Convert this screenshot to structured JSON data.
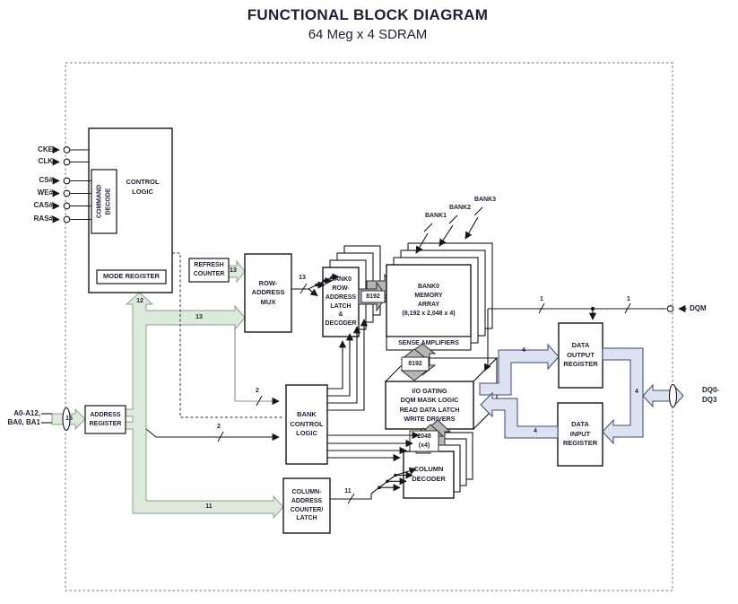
{
  "title": "FUNCTIONAL BLOCK DIAGRAM",
  "subtitle": "64 Meg x 4 SDRAM",
  "pins": {
    "cke": "CKE",
    "clk": "CLK",
    "cs": "CS#",
    "we": "WE#",
    "cas": "CAS#",
    "ras": "RAS#",
    "addr1": "A0-A12,",
    "addr2": "BA0, BA1",
    "dqm": "DQM",
    "dq": "DQ0-\nDQ3",
    "bank1": "BANK1",
    "bank2": "BANK2",
    "bank3": "BANK3"
  },
  "blocks": {
    "control_logic": "CONTROL\nLOGIC",
    "command_decode": "COMMAND\nDECODE",
    "mode_register": "MODE REGISTER",
    "refresh_counter": "REFRESH\nCOUNTER",
    "row_address_mux": "ROW-\nADDRESS\nMUX",
    "row_latch_decoder": "BANK0\nROW-\nADDRESS\nLATCH\n&\nDECODER",
    "memory_array": "BANK0\nMEMORY\nARRAY\n(8,192 x 2,048 x 4)",
    "sense_amplifiers": "SENSE AMPLIFIERS",
    "io_gating": "I/O GATING\nDQM MASK LOGIC\nREAD DATA LATCH\nWRITE DRIVERS",
    "data_output_register": "DATA\nOUTPUT\nREGISTER",
    "data_input_register": "DATA\nINPUT\nREGISTER",
    "bank_control_logic": "BANK\nCONTROL\nLOGIC",
    "column_decoder": "COLUMN\nDECODER",
    "column_counter": "COLUMN-\nADDRESS\nCOUNTER/\nLATCH",
    "address_register": "ADDRESS\nREGISTER"
  },
  "bus": {
    "addr_in": "15",
    "mode": "12",
    "row_main": "13",
    "refresh": "13",
    "row_out": "13",
    "col_main": "11",
    "col_out": "11",
    "bank_row": "2",
    "bank_col": "2",
    "dqm_a": "1",
    "dqm_b": "1",
    "out_4": "4",
    "dq_4": "4",
    "in_4": "4",
    "row_8192": "8192",
    "sense_8192": "8192",
    "col_2048": "2048\n(x4)"
  },
  "colors": {
    "bus_green": "#dde9db",
    "bus_green_border": "#8ba18b",
    "bus_blue": "#dce2f2",
    "bus_blue_border": "#3c4a6b",
    "arrow_gray": "#b5b6b5",
    "line": "#161616",
    "text": "#1c2130"
  }
}
